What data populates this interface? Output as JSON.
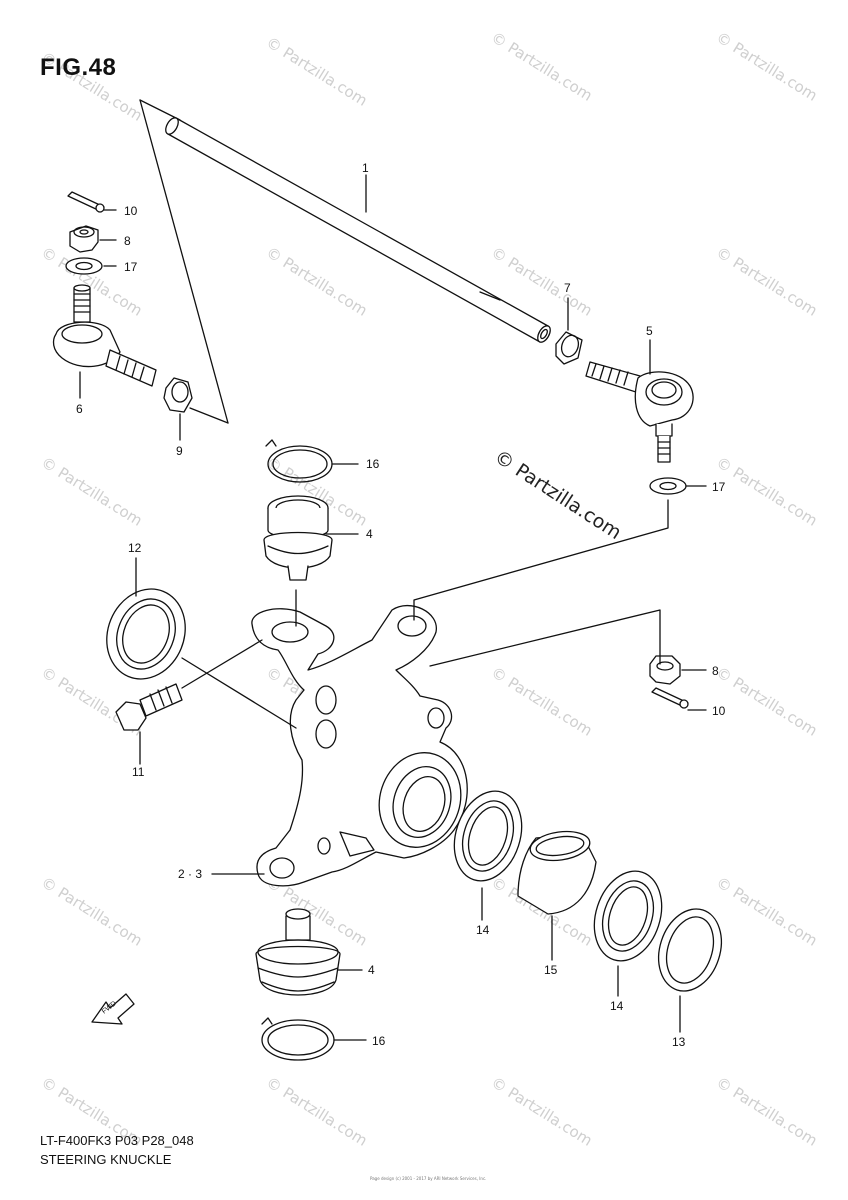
{
  "figure": {
    "title": "FIG.48",
    "code": "LT-F400FK3 P03 P28_048",
    "name": "STEERING KNUCKLE",
    "fwd_label": "FWD"
  },
  "callouts": [
    {
      "id": "c1",
      "text": "1"
    },
    {
      "id": "c10a",
      "text": "10"
    },
    {
      "id": "c8a",
      "text": "8"
    },
    {
      "id": "c17a",
      "text": "17"
    },
    {
      "id": "c6",
      "text": "6"
    },
    {
      "id": "c9",
      "text": "9"
    },
    {
      "id": "c7",
      "text": "7"
    },
    {
      "id": "c5",
      "text": "5"
    },
    {
      "id": "c16a",
      "text": "16"
    },
    {
      "id": "c4a",
      "text": "4"
    },
    {
      "id": "c17b",
      "text": "17"
    },
    {
      "id": "c12",
      "text": "12"
    },
    {
      "id": "c8b",
      "text": "8"
    },
    {
      "id": "c10b",
      "text": "10"
    },
    {
      "id": "c11",
      "text": "11"
    },
    {
      "id": "c23",
      "text": "2 · 3"
    },
    {
      "id": "c14a",
      "text": "14"
    },
    {
      "id": "c15",
      "text": "15"
    },
    {
      "id": "c4b",
      "text": "4"
    },
    {
      "id": "c14b",
      "text": "14"
    },
    {
      "id": "c13",
      "text": "13"
    },
    {
      "id": "c16b",
      "text": "16"
    }
  ],
  "watermark": {
    "main": "© Partzilla.com",
    "faint": "© Partzilla.com"
  },
  "copyright_small": "Page design (c) 2001 - 2017 by ARI Network Services, Inc."
}
